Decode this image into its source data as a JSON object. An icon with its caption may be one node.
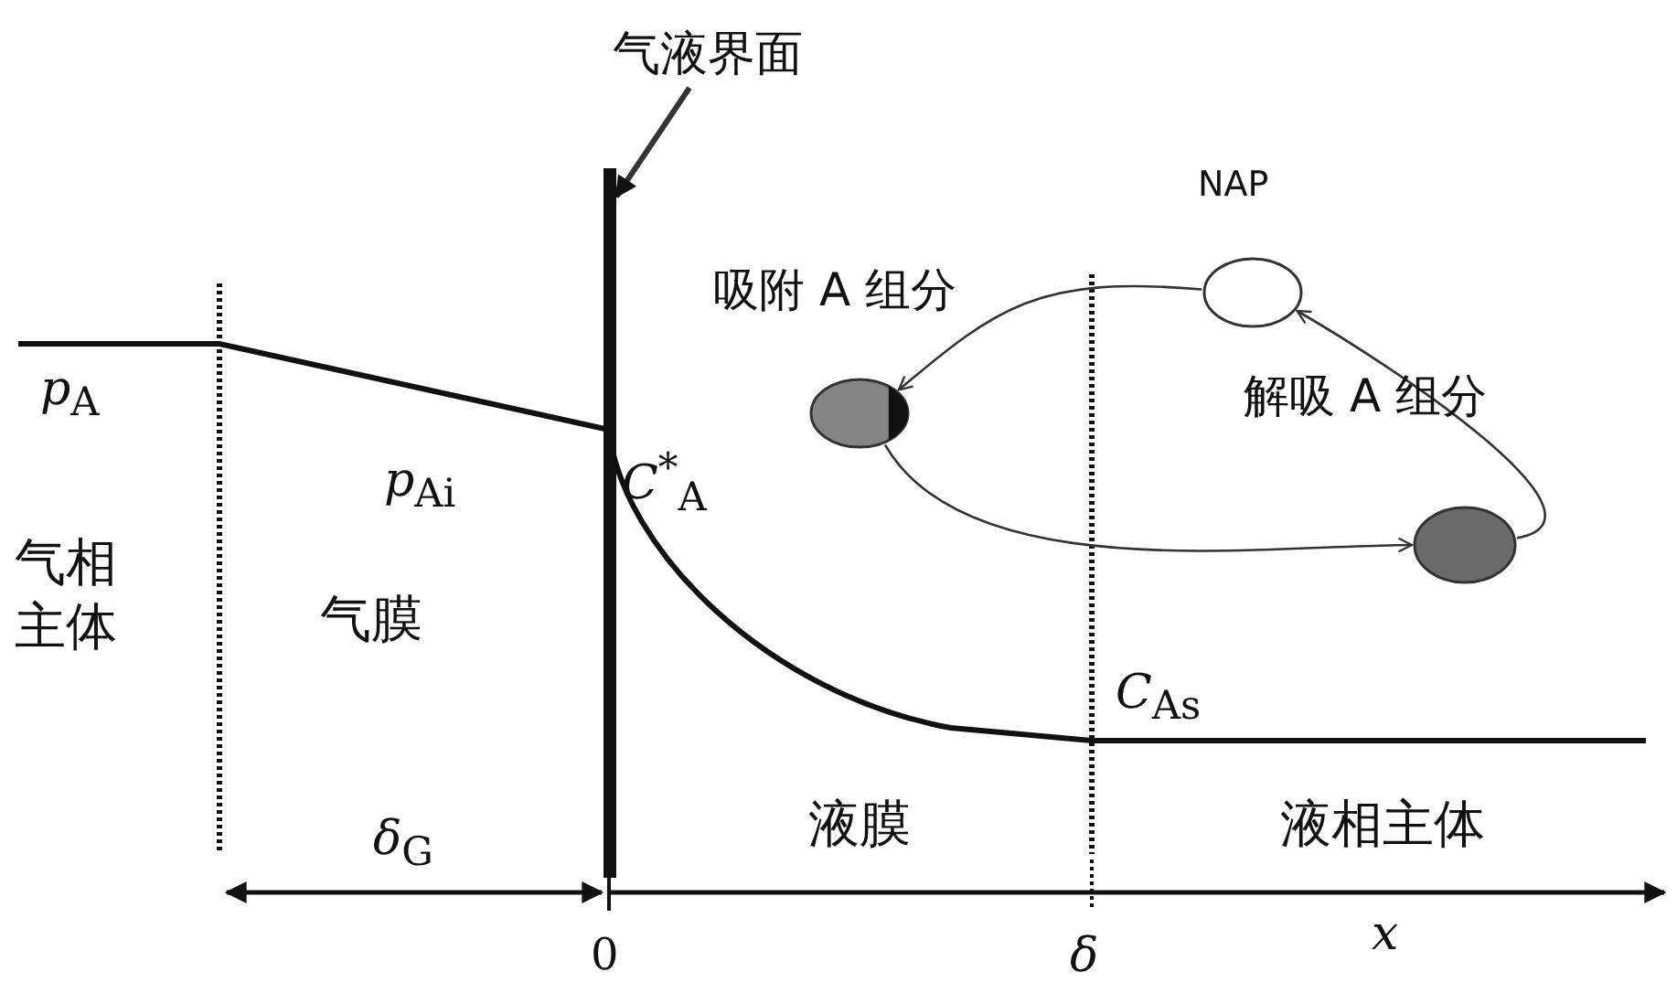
{
  "diagram": {
    "nodes": [
      {
        "text": [
          "气液界面"
        ]
      },
      {
        "text": [],
        "shape": "bar"
      },
      {
        "text": [
          "NAP"
        ]
      },
      {
        "text": [
          "吸附 A 组分"
        ]
      },
      {
        "text": [
          "解吸 A 组分"
        ]
      }
    ],
    "edges": [
      {
        "from": 0,
        "to": 1,
        "arrow": "to",
        "style": "thick"
      },
      {
        "from": 2,
        "to": 3,
        "arrow": "to"
      },
      {
        "from": 3,
        "to": 4,
        "arrow": "to"
      },
      {
        "from": 4,
        "to": 2,
        "arrow": "to"
      }
    ],
    "labels": [
      "*p*$_{A}$",
      "*p*$_{Ai}$",
      "*C*$^{*}$$_{A}$",
      "*C*$_{As}$",
      "气相主体",
      "气膜",
      "液膜",
      "液相主体",
      "*δ*$_{G}$",
      "0",
      "δ",
      "x"
    ]
  }
}
